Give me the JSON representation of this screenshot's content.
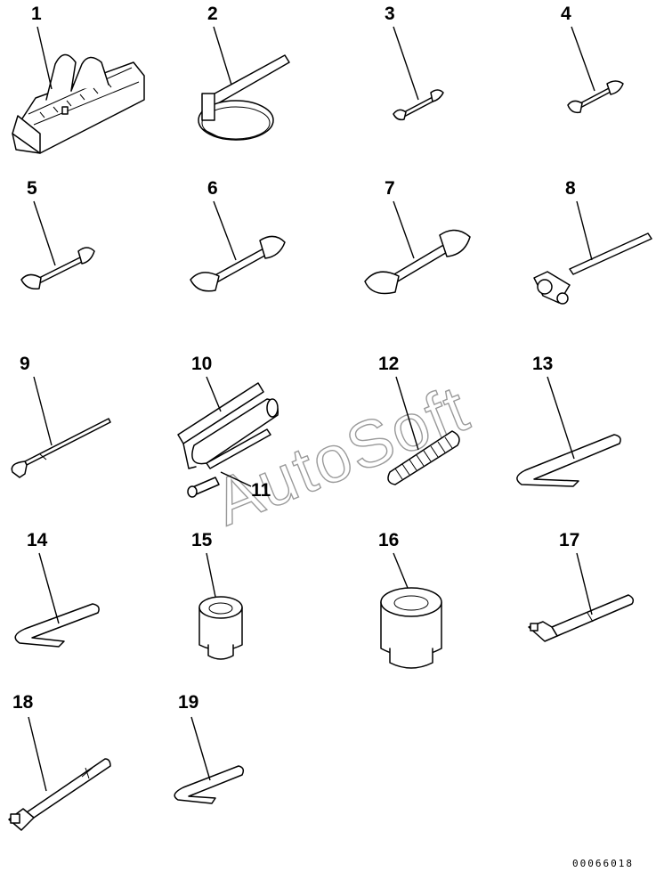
{
  "callouts": [
    "1",
    "2",
    "3",
    "4",
    "5",
    "6",
    "7",
    "8",
    "9",
    "10",
    "11",
    "12",
    "13",
    "14",
    "15",
    "16",
    "17",
    "18",
    "19"
  ],
  "watermark": "AutoSoft",
  "drawing_code": "00066018"
}
